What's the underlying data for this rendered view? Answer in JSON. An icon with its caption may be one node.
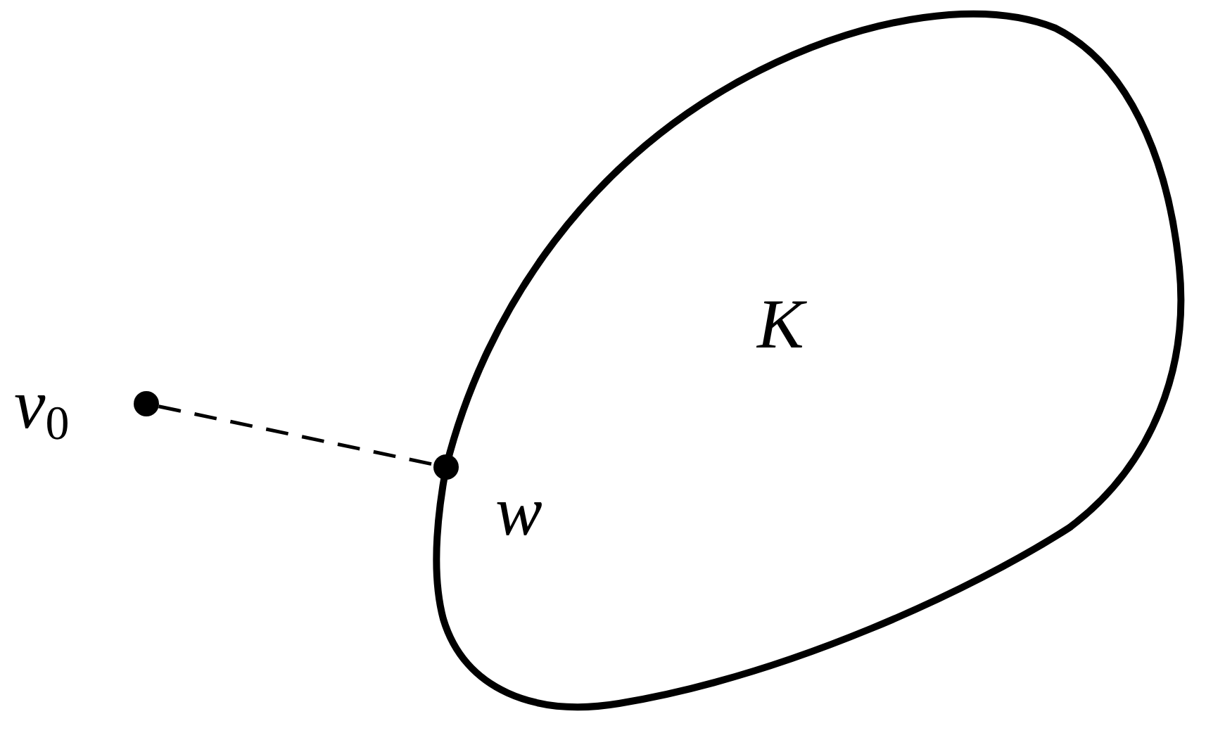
{
  "diagram": {
    "nodes": [
      {
        "text": [
          "K"
        ]
      },
      {
        "text": [],
        "shape": "circle",
        "beside": [
          "*v*$_{0}$"
        ]
      },
      {
        "text": [],
        "shape": "circle"
      }
    ],
    "labels": [
      "w"
    ],
    "edges": [
      {
        "from": 1,
        "to": 2,
        "arrow": "none",
        "style": "dashed"
      }
    ]
  }
}
